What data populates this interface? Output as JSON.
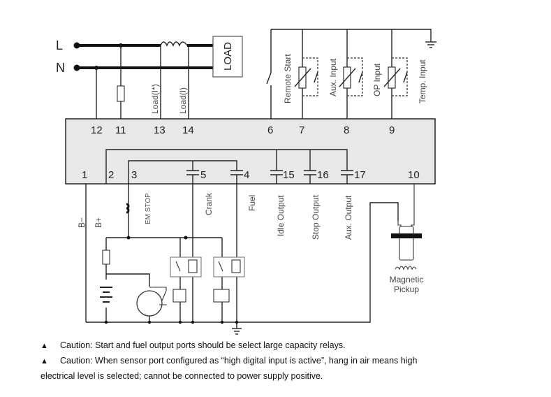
{
  "lines": {
    "live": "L",
    "neutral": "N",
    "load_box": "LOAD"
  },
  "top_labels": {
    "load_i_star": "Load(I*)",
    "load_i": "Load(I)"
  },
  "inputs": [
    "Remote Start",
    "Aux. Input",
    "OP Input",
    "Temp. Input"
  ],
  "terminals_top": [
    "12",
    "11",
    "13",
    "14",
    "6",
    "7",
    "8",
    "9"
  ],
  "terminals_bottom": [
    "1",
    "2",
    "3",
    "5",
    "4",
    "15",
    "16",
    "17",
    "10"
  ],
  "outputs": {
    "b_minus": "B−",
    "b_plus": "B+",
    "em_stop": "EM STOP",
    "crank": "Crank",
    "fuel": "Fuel",
    "idle": "Idle Output",
    "stop": "Stop Output",
    "aux": "Aux. Output"
  },
  "pickup": {
    "line1": "Magnetic",
    "line2": "Pickup"
  },
  "notes": {
    "warning_icon": "▲",
    "caution1": "Caution: Start and fuel output ports should be select large capacity relays.",
    "caution2": "Caution: When sensor port configured as “high digital input is active”, hang in air means high",
    "caution2_cont": "electrical level is selected; cannot be connected to power supply positive."
  }
}
